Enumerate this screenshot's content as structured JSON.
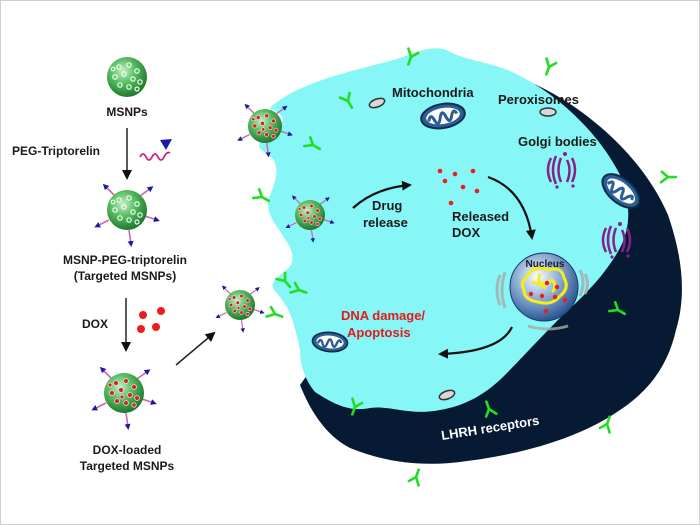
{
  "figure": {
    "colors": {
      "cytoplasm": "#86f6f6",
      "membrane": "#071a33",
      "receptor": "#22dd22",
      "dox": "#ee1c1c",
      "particle": "#3fa24a",
      "ligand_tip": "#1a1aa8",
      "peg_chain": "#cc66aa",
      "golgi": "#8a1e8a",
      "nucleus": "#3a6aa8",
      "chromatin": "#f4ee1a",
      "red_text": "#e11a1a"
    },
    "left_panel": {
      "msnps_label": "MSNPs",
      "step1_label": "PEG-Triptorelin",
      "targeted_label_line1": "MSNP-PEG-triptorelin",
      "targeted_label_line2": "(Targeted MSNPs)",
      "step2_label": "DOX",
      "loaded_label_line1": "DOX-loaded",
      "loaded_label_line2": "Targeted MSNPs"
    },
    "cell": {
      "mitochondria_label": "Mitochondria",
      "peroxisomes_label": "Peroxisomes",
      "golgi_label": "Golgi bodies",
      "drug_release_line1": "Drug",
      "drug_release_line2": "release",
      "released_dox_line1": "Released",
      "released_dox_line2": "DOX",
      "nucleus_label": "Nucleus",
      "dna_damage_line1": "DNA damage/",
      "dna_damage_line2": "Apoptosis",
      "receptors_label": "LHRH receptors"
    }
  }
}
